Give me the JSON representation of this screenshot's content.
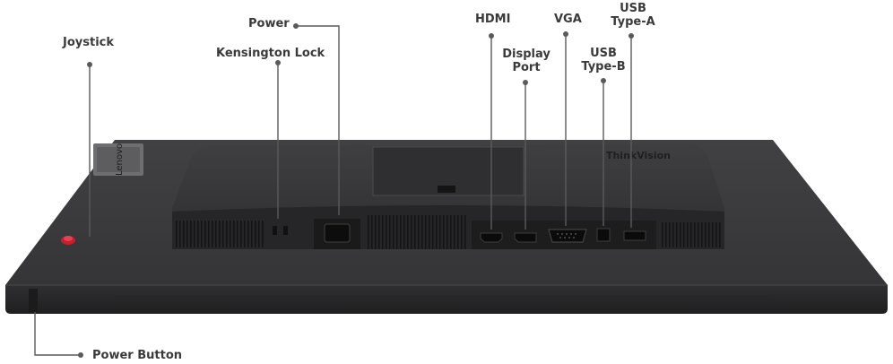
{
  "labels": {
    "joystick": "Joystick",
    "kensington_lock": "Kensington Lock",
    "power": "Power",
    "hdmi": "HDMI",
    "display_port_line1": "Display",
    "display_port_line2": "Port",
    "vga": "VGA",
    "usb_type_b_line1": "USB",
    "usb_type_b_line2": "Type-B",
    "usb_type_a_line1": "USB",
    "usb_type_a_line2": "Type-A",
    "power_button": "Power Button"
  },
  "branding": {
    "lenovo": "Lenovo",
    "thinkvision": "ThinkVision"
  },
  "colors": {
    "monitor_body": "#3b3b3d",
    "monitor_edge": "#2a2a2b",
    "panel_recess": "#333335",
    "port": "#151516",
    "joystick": "#c81e2b",
    "callout_line": "#5a5a5a"
  }
}
